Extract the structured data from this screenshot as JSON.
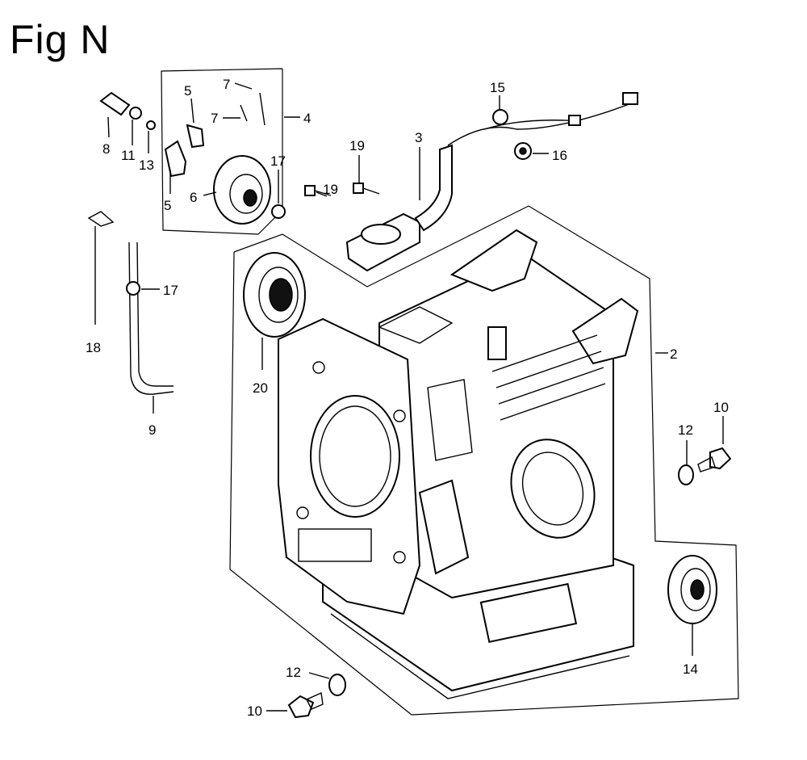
{
  "title": "Fig N",
  "callouts": [
    {
      "id": "c1",
      "label": "7"
    },
    {
      "id": "c2",
      "label": "5"
    },
    {
      "id": "c3",
      "label": "7"
    },
    {
      "id": "c4",
      "label": "4"
    },
    {
      "id": "c5",
      "label": "8"
    },
    {
      "id": "c6",
      "label": "11"
    },
    {
      "id": "c7",
      "label": "13"
    },
    {
      "id": "c8",
      "label": "5"
    },
    {
      "id": "c9",
      "label": "6"
    },
    {
      "id": "c10",
      "label": "17"
    },
    {
      "id": "c11",
      "label": "19"
    },
    {
      "id": "c12",
      "label": "19"
    },
    {
      "id": "c13",
      "label": "3"
    },
    {
      "id": "c14",
      "label": "15"
    },
    {
      "id": "c15",
      "label": "16"
    },
    {
      "id": "c16",
      "label": "17"
    },
    {
      "id": "c17",
      "label": "18"
    },
    {
      "id": "c18",
      "label": "9"
    },
    {
      "id": "c19",
      "label": "20"
    },
    {
      "id": "c20",
      "label": "2"
    },
    {
      "id": "c21",
      "label": "12"
    },
    {
      "id": "c22",
      "label": "10"
    },
    {
      "id": "c23",
      "label": "14"
    },
    {
      "id": "c24",
      "label": "12"
    },
    {
      "id": "c25",
      "label": "10"
    }
  ]
}
